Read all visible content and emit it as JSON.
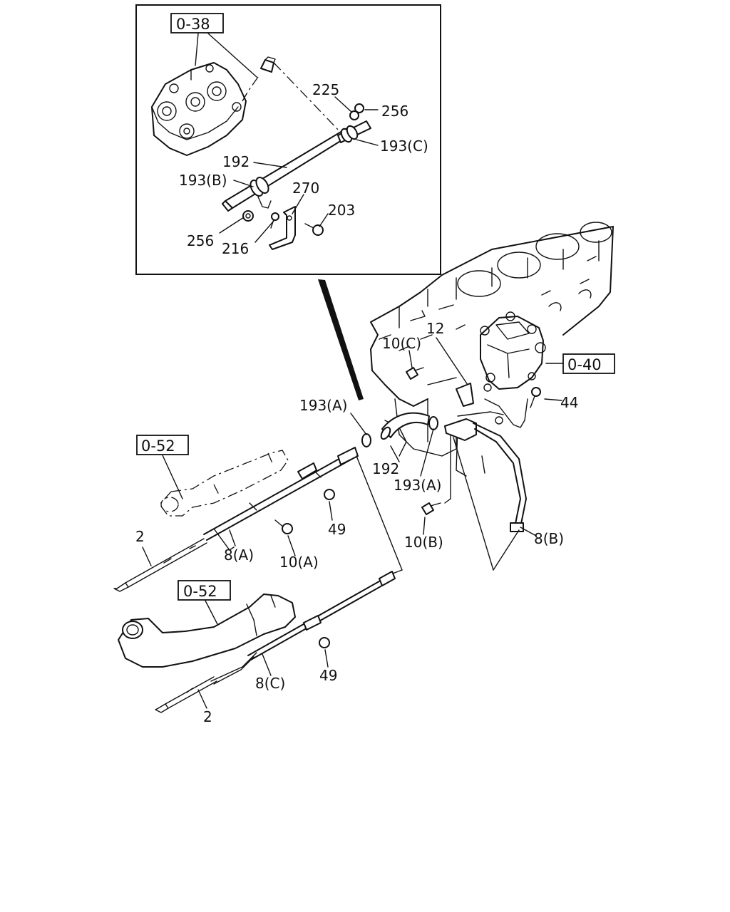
{
  "refs": {
    "r038": "0-38",
    "r040": "0-40",
    "r052a": "0-52",
    "r052b": "0-52"
  },
  "labels": {
    "l225": "225",
    "l256a": "256",
    "l193c": "193(C)",
    "l192a": "192",
    "l193b": "193(B)",
    "l270": "270",
    "l203": "203",
    "l256b": "256",
    "l216": "216",
    "l12": "12",
    "l10c": "10(C)",
    "l193a1": "193(A)",
    "l44": "44",
    "l192b": "192",
    "l193a2": "193(A)",
    "l49a": "49",
    "l10b": "10(B)",
    "l8b": "8(B)",
    "l2a": "2",
    "l8a": "8(A)",
    "l10a": "10(A)",
    "l49b": "49",
    "l8c": "8(C)",
    "l2b": "2"
  }
}
